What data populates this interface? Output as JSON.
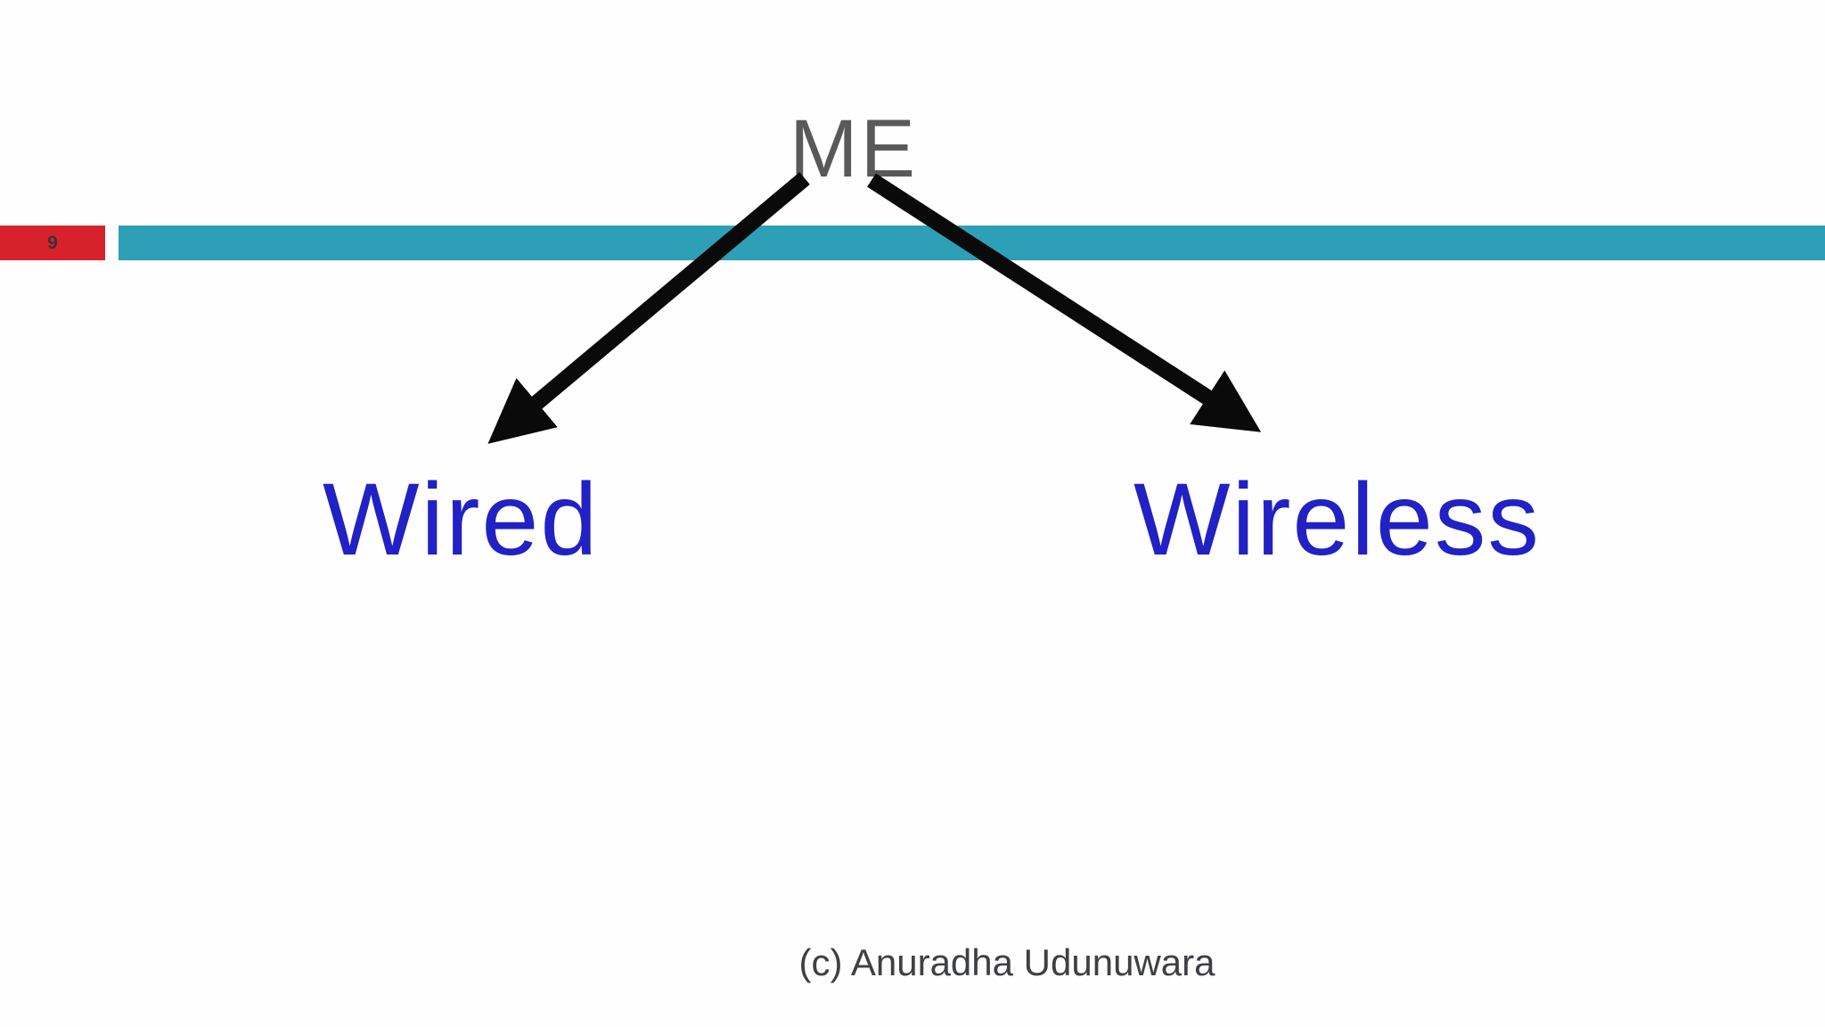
{
  "slide": {
    "number": "9",
    "footer": "(c) Anuradha Udunuwara"
  },
  "diagram": {
    "root": "ME",
    "left_child": "Wired",
    "right_child": "Wireless"
  },
  "colors": {
    "accent_bar": "#2da0b8",
    "slide_number_bg": "#d7222b",
    "root_text": "#595959",
    "node_text": "#2121c4",
    "footer_text": "#3f4045",
    "arrow": "#0a0a0a"
  }
}
